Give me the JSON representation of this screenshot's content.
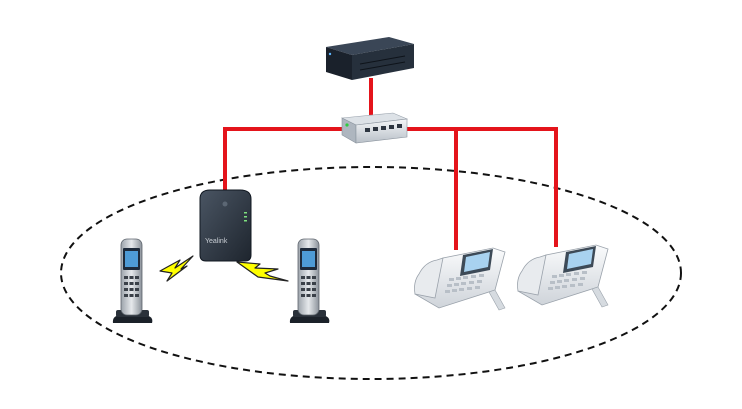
{
  "diagram": {
    "nodes": [
      {
        "id": "pbx",
        "icon": "pbx-server-icon"
      },
      {
        "id": "switch",
        "icon": "network-switch-icon"
      },
      {
        "id": "dect-base",
        "icon": "dect-base-station-icon",
        "brand": "Yealink"
      },
      {
        "id": "handset-left",
        "icon": "cordless-handset-icon"
      },
      {
        "id": "handset-right",
        "icon": "cordless-handset-icon"
      },
      {
        "id": "desk-phone-1",
        "icon": "desk-phone-icon"
      },
      {
        "id": "desk-phone-2",
        "icon": "desk-phone-icon"
      }
    ],
    "links": [
      {
        "from": "pbx",
        "to": "switch",
        "style": "wired"
      },
      {
        "from": "switch",
        "to": "dect-base",
        "style": "wired"
      },
      {
        "from": "switch",
        "to": "desk-phone-1",
        "style": "wired"
      },
      {
        "from": "switch",
        "to": "desk-phone-2",
        "style": "wired"
      },
      {
        "from": "dect-base",
        "to": "handset-left",
        "style": "wireless"
      },
      {
        "from": "dect-base",
        "to": "handset-right",
        "style": "wireless"
      }
    ],
    "group": {
      "style": "dashed-ellipse",
      "members": [
        "dect-base",
        "handset-left",
        "handset-right",
        "desk-phone-1",
        "desk-phone-2"
      ]
    },
    "colors": {
      "wire": "#e4141b",
      "lightning_fill": "#ffff00",
      "lightning_stroke": "#222222",
      "boundary": "#111111",
      "device_dark": "#1c2430",
      "device_light": "#eef0f2"
    }
  }
}
